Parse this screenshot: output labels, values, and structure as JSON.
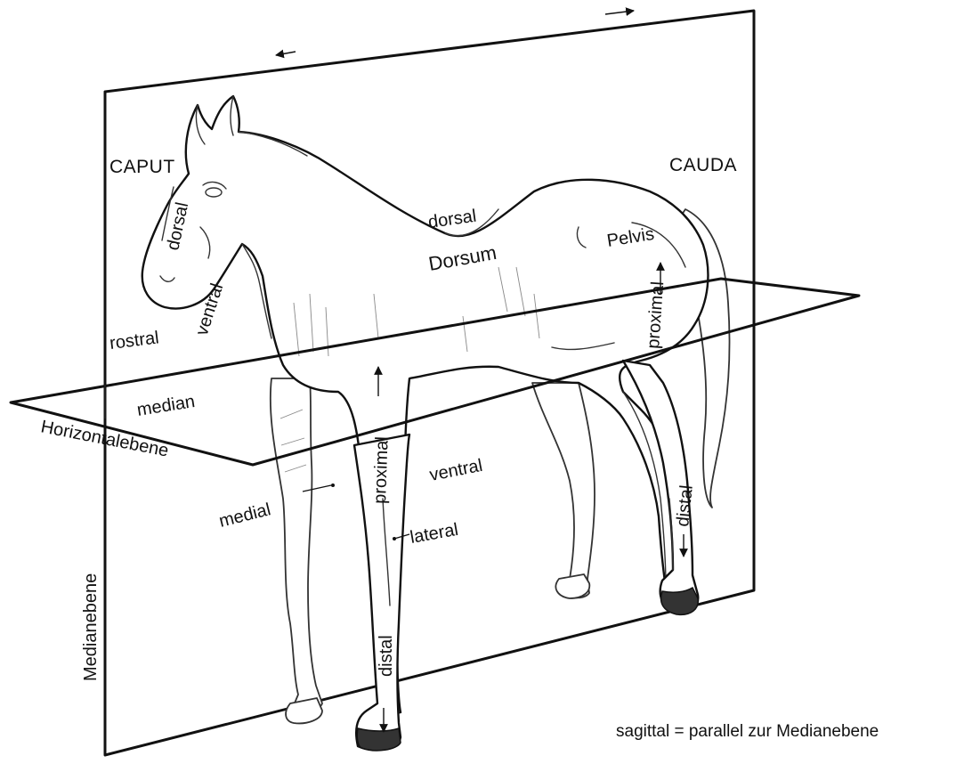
{
  "diagram": {
    "labels": {
      "caput": "CAPUT",
      "cauda": "CAUDA",
      "dorsal_head": "dorsal",
      "ventral_head": "ventral",
      "rostral": "rostral",
      "dorsal_back": "dorsal",
      "dorsum": "Dorsum",
      "pelvis": "Pelvis",
      "proximal_hind": "proximal",
      "median": "median",
      "horizontalebene": "Horizontalebene",
      "proximal_front": "proximal",
      "ventral_belly": "ventral",
      "medial": "medial",
      "lateral": "lateral",
      "distal_hind": "distal",
      "distal_front": "distal",
      "medianebene": "Medianebene"
    },
    "note": "sagittal = parallel zur Medianebene"
  }
}
